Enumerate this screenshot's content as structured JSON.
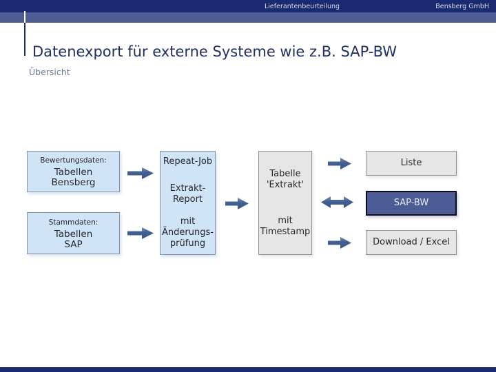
{
  "header": {
    "center_label": "Lieferantenbeurteilung",
    "right_label": "Bensberg GmbH"
  },
  "slide": {
    "title": "Datenexport für externe Systeme wie z.B. SAP-BW",
    "subtitle": "Übersicht"
  },
  "diagram": {
    "bewertung_box": {
      "label": "Bewertungsdaten:",
      "line1": "Tabellen",
      "line2": "Bensberg"
    },
    "stamm_box": {
      "label": "Stammdaten:",
      "line1": "Tabellen",
      "line2": "SAP"
    },
    "process_box": {
      "line1": "Repeat-Job",
      "line2": "Extrakt-",
      "line3": "Report",
      "line4": "mit",
      "line5": "Änderungs-",
      "line6": "prüfung"
    },
    "extract_box": {
      "line1": "Tabelle",
      "line2": "'Extrakt'",
      "line3": "mit",
      "line4": "Timestamp"
    },
    "liste_box": {
      "label": "Liste"
    },
    "sapbw_box": {
      "label": "SAP-BW"
    },
    "download_box": {
      "label": "Download / Excel"
    }
  },
  "colors": {
    "header_navy": "#1B2970",
    "accent_band_blue": "#4D5C94",
    "box_light_blue": "#D0E4F7",
    "box_gray": "#E6E6E6",
    "sapbw_fill": "#4D5C94",
    "arrow_blue": "#41608F",
    "title_navy": "#203063",
    "subtitle_gray_blue": "#6B7A95"
  }
}
